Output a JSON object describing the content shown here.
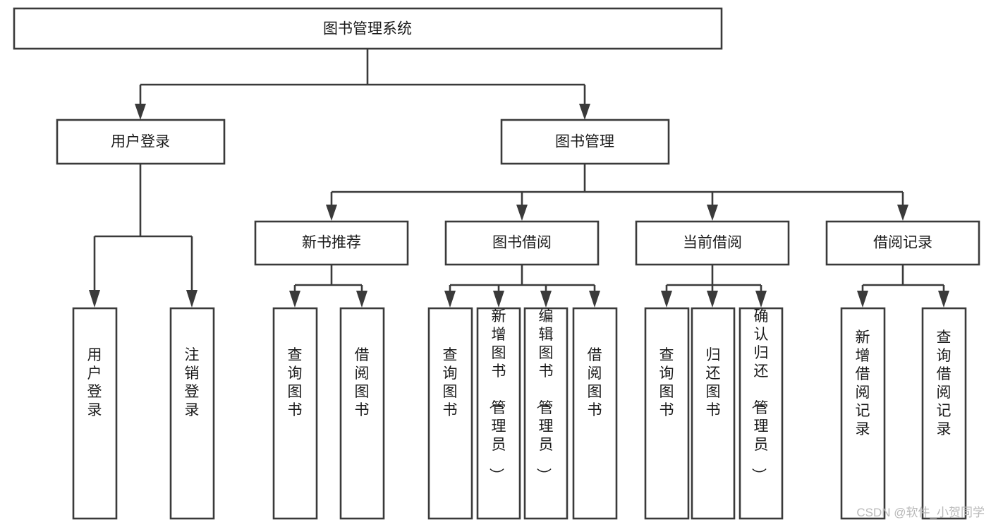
{
  "diagram": {
    "title": "图书管理系统",
    "type": "tree-structure-chart",
    "orientation": "top-down",
    "colors": {
      "box_stroke": "#3a3a3a",
      "box_fill": "#ffffff",
      "connector": "#3a3a3a",
      "text": "#1a1a1a",
      "watermark": "#b9b9b9",
      "background": "#ffffff"
    },
    "root": {
      "label": "图书管理系统",
      "orientation": "horizontal"
    },
    "level2": [
      {
        "label": "用户登录",
        "orientation": "horizontal"
      },
      {
        "label": "图书管理",
        "orientation": "horizontal"
      }
    ],
    "level3": [
      {
        "label": "新书推荐",
        "orientation": "horizontal"
      },
      {
        "label": "图书借阅",
        "orientation": "horizontal"
      },
      {
        "label": "当前借阅",
        "orientation": "horizontal"
      },
      {
        "label": "借阅记录",
        "orientation": "horizontal"
      }
    ],
    "leaves": {
      "user_login": [
        {
          "label": "用户登录",
          "orientation": "vertical"
        },
        {
          "label": "注销登录",
          "orientation": "vertical"
        }
      ],
      "new_book_recommend": [
        {
          "label": "查询图书",
          "orientation": "vertical"
        },
        {
          "label": "借阅图书",
          "orientation": "vertical"
        }
      ],
      "book_borrow": [
        {
          "label": "查询图书",
          "orientation": "vertical"
        },
        {
          "label": "新增图书（管理员）",
          "orientation": "vertical"
        },
        {
          "label": "编辑图书（管理员）",
          "orientation": "vertical"
        },
        {
          "label": "借阅图书",
          "orientation": "vertical"
        }
      ],
      "current_borrow": [
        {
          "label": "查询图书",
          "orientation": "vertical"
        },
        {
          "label": "归还图书",
          "orientation": "vertical"
        },
        {
          "label": "确认归还（管理员）",
          "orientation": "vertical"
        }
      ],
      "borrow_record": [
        {
          "label": "新增借阅记录",
          "orientation": "vertical"
        },
        {
          "label": "查询借阅记录",
          "orientation": "vertical"
        }
      ]
    }
  },
  "watermark": {
    "text": "CSDN @软件_小贺同学"
  }
}
